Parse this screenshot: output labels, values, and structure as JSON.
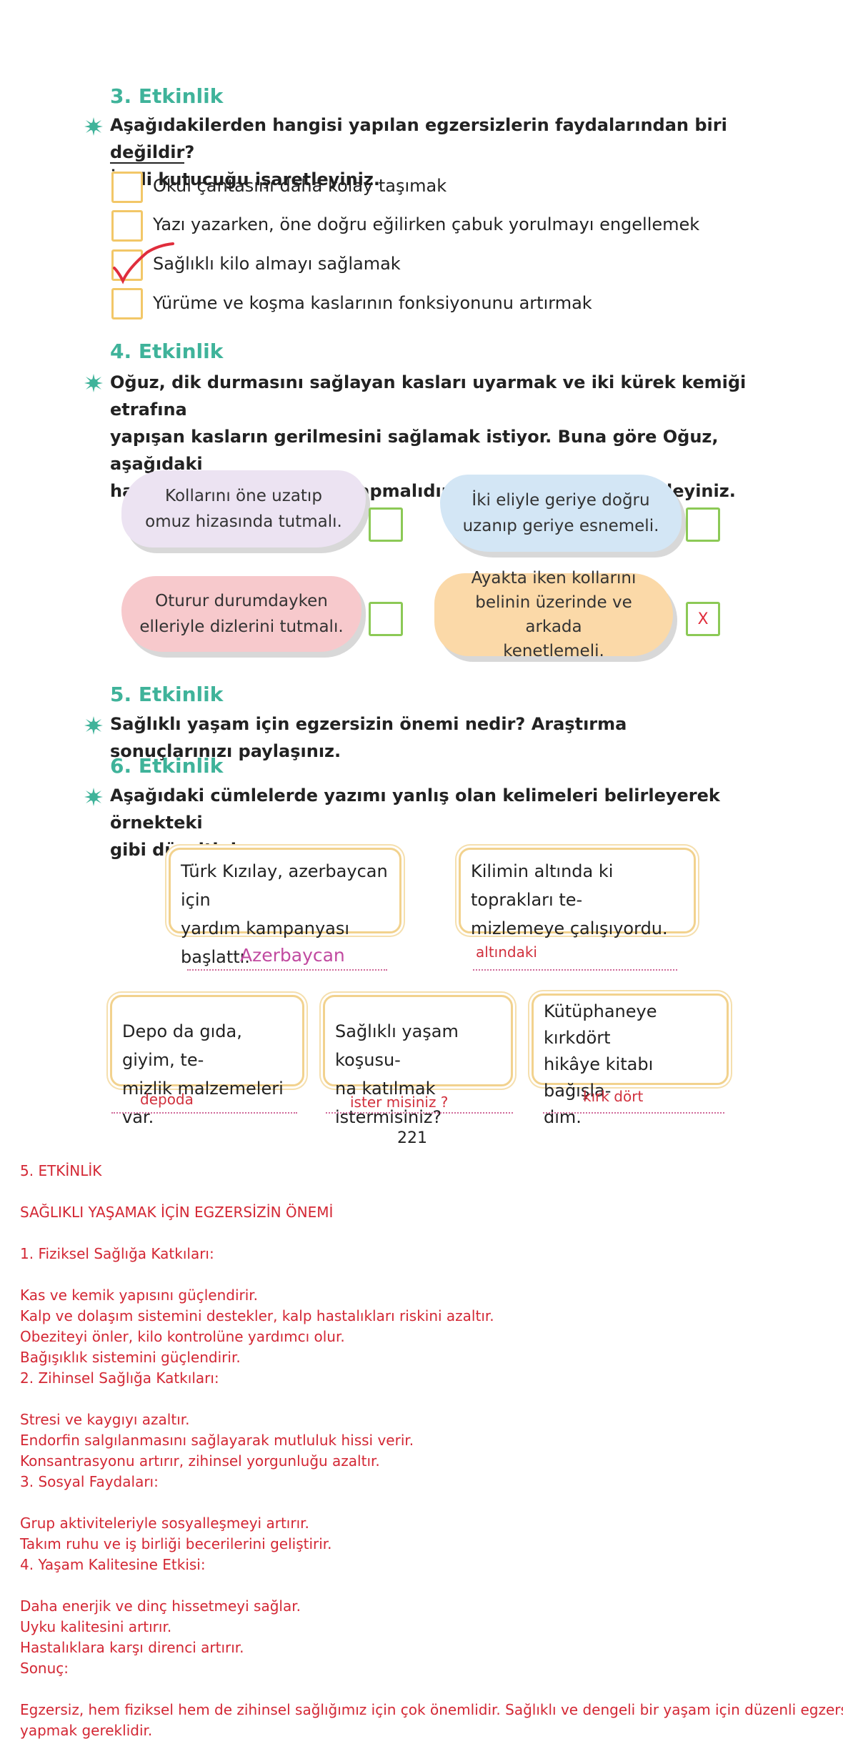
{
  "activity3": {
    "title": "3. Etkinlik",
    "question_part1": "Aşağıdakilerden hangisi yapılan egzersizlerin faydalarından biri ",
    "question_underlined": "değildir",
    "question_part2": "?",
    "question_line2": "İlgili kutucuğu işaretleyiniz.",
    "options": [
      "Okul çantasını daha kolay taşımak",
      "Yazı yazarken, öne doğru eğilirken çabuk yorulmayı engellemek",
      "Sağlıklı kilo almayı sağlamak",
      "Yürüme ve koşma kaslarının fonksiyonunu artırmak"
    ]
  },
  "activity4": {
    "title": "4. Etkinlik",
    "question_lines": [
      "Oğuz, dik durmasını sağlayan kasları uyarmak ve iki kürek kemiği etrafına",
      "yapışan kasların gerilmesini sağlamak istiyor. Buna göre Oğuz, aşağıdaki",
      "hareketlerden hangisini yapmalıdır? İlgili kutucuğu işaretleyiniz."
    ],
    "bubbles": [
      {
        "line1": "Kollarını öne uzatıp",
        "line2": "omuz hizasında tutmalı.",
        "line3": "",
        "color": "#ece3f2",
        "mark": ""
      },
      {
        "line1": "İki eliyle geriye doğru",
        "line2": "uzanıp geriye esnemeli.",
        "line3": "",
        "color": "#d3e6f5",
        "mark": ""
      },
      {
        "line1": "Oturur durumdayken",
        "line2": "elleriyle dizlerini tutmalı.",
        "line3": "",
        "color": "#f7c9cc",
        "mark": ""
      },
      {
        "line1": "Ayakta iken kollarını",
        "line2": "belinin üzerinde ve arkada",
        "line3": "kenetlemeli.",
        "color": "#fbd9a8",
        "mark": "X"
      }
    ]
  },
  "activity5": {
    "title": "5. Etkinlik",
    "question": "Sağlıklı yaşam için egzersizin önemi nedir? Araştırma sonuçlarınızı paylaşınız."
  },
  "activity6": {
    "title": "6. Etkinlik",
    "question_lines": [
      "Aşağıdaki cümlelerde yazımı yanlış olan kelimeleri belirleyerek örnekteki",
      "gibi düzeltiniz."
    ],
    "cards": [
      {
        "lines": [
          "Türk Kızılay, azerbaycan için",
          "yardım kampanyası başlattı."
        ],
        "answer": "Azerbaycan"
      },
      {
        "lines": [
          "Kilimin altında ki toprakları te-",
          "mizlemeye çalışıyordu."
        ],
        "answer": "altındaki"
      },
      {
        "lines": [
          "Depo da gıda, giyim, te-",
          "mizlik malzemeleri var."
        ],
        "answer": "depoda"
      },
      {
        "lines": [
          "Sağlıklı yaşam koşusu-",
          "na katılmak istermisiniz?"
        ],
        "answer": "ister misiniz ?"
      },
      {
        "lines": [
          "Kütüphaneye kırkdört",
          "hikâye kitabı bağışla-",
          "dım."
        ],
        "answer": "kırk dört"
      }
    ]
  },
  "page_number": "221",
  "answer_text": {
    "lines": [
      "5. ETKİNLİK",
      "",
      "SAĞLIKLI YAŞAMAK İÇİN EGZERSİZİN ÖNEMİ",
      "",
      "1. Fiziksel Sağlığa Katkıları:",
      "",
      "Kas ve kemik yapısını güçlendirir.",
      "Kalp ve dolaşım sistemini destekler, kalp hastalıkları riskini azaltır.",
      "Obeziteyi önler, kilo kontrolüne yardımcı olur.",
      "Bağışıklık sistemini güçlendirir.",
      "2. Zihinsel Sağlığa Katkıları:",
      "",
      "Stresi ve kaygıyı azaltır.",
      "Endorfin salgılanmasını sağlayarak mutluluk hissi verir.",
      "Konsantrasyonu artırır, zihinsel yorgunluğu azaltır.",
      "3. Sosyal Faydaları:",
      "",
      "Grup aktiviteleriyle sosyalleşmeyi artırır.",
      "Takım ruhu ve iş birliği becerilerini geliştirir.",
      "4. Yaşam Kalitesine Etkisi:",
      "",
      "Daha enerjik ve dinç hissetmeyi sağlar.",
      "Uyku kalitesini artırır.",
      "Hastalıklara karşı direnci artırır.",
      "Sonuç:",
      "",
      "Egzersiz, hem fiziksel hem de zihinsel sağlığımız için çok önemlidir. Sağlıklı ve dengeli bir yaşam için düzenli egzersiz",
      "yapmak gereklidir."
    ]
  },
  "colors": {
    "heading_green": "#3fb39a",
    "answer_red": "#d32734",
    "check_red": "#e02d3c",
    "box_yellow": "#f2c768",
    "box_green": "#8cc956"
  },
  "icons": {
    "bullet": "green-starburst-icon",
    "check": "red-checkmark-icon"
  }
}
